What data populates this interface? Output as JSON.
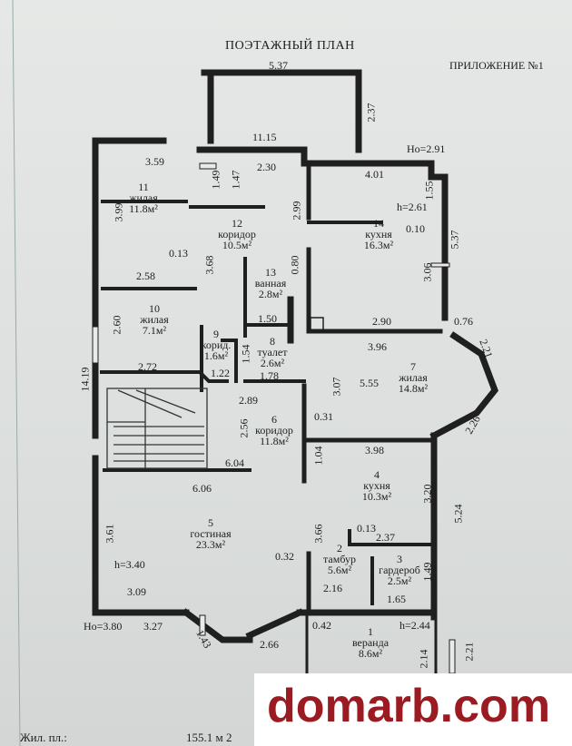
{
  "header": {
    "title": "ПОЭТАЖНЫЙ ПЛАН",
    "appendix": "ПРИЛОЖЕНИЕ №1"
  },
  "rooms": {
    "r1": {
      "num": "1",
      "name": "веранда",
      "area": "8.6м²"
    },
    "r2": {
      "num": "2",
      "name": "тамбур",
      "area": "5.6м²"
    },
    "r3": {
      "num": "3",
      "name": "гардероб",
      "area": "2.5м²"
    },
    "r4": {
      "num": "4",
      "name": "кухня",
      "area": "10.3м²"
    },
    "r5": {
      "num": "5",
      "name": "гостиная",
      "area": "23.3м²"
    },
    "r6": {
      "num": "6",
      "name": "коридор",
      "area": "11.8м²"
    },
    "r7": {
      "num": "7",
      "name": "жилая",
      "area": "14.8м²"
    },
    "r8": {
      "num": "8",
      "name": "туалет",
      "area": "2.6м²"
    },
    "r9": {
      "num": "9",
      "name": "корид.",
      "area": "1.6м²"
    },
    "r10": {
      "num": "10",
      "name": "жилая",
      "area": "7.1м²"
    },
    "r11": {
      "num": "11",
      "name": "жилая",
      "area": "11.8м²"
    },
    "r12": {
      "num": "12",
      "name": "коридор",
      "area": "10.5м²"
    },
    "r13": {
      "num": "13",
      "name": "ванная",
      "area": "2.8м²"
    },
    "r14": {
      "num": "14",
      "name": "кухня",
      "area": "16.3м²"
    }
  },
  "dims": {
    "d537a": "5.37",
    "d237a": "2.37",
    "d1115": "11.15",
    "d359": "3.59",
    "d230": "2.30",
    "d149a": "1.49",
    "d147": "1.47",
    "d401": "4.01",
    "d155": "1.55",
    "d291": "Ho=2.91",
    "d399": "3.99",
    "d299": "2.99",
    "d261": "h=2.61",
    "d010": "0.10",
    "d537b": "5.37",
    "d013a": "0.13",
    "d368": "3.68",
    "d080": "0.80",
    "d258": "2.58",
    "d306": "3.06",
    "d260": "2.60",
    "d150": "1.50",
    "d290": "2.90",
    "d076": "0.76",
    "d221a": "2.21",
    "d1419": "14.19",
    "d272": "2.72",
    "d122": "1.22",
    "d154": "1.54",
    "d178": "1.78",
    "d396": "3.96",
    "d307": "3.07",
    "d555": "5.55",
    "d289": "2.89",
    "d256": "2.56",
    "d031": "0.31",
    "d226": "2.26",
    "d104": "1.04",
    "d398": "3.98",
    "d604": "6.04",
    "d606": "6.06",
    "d320": "3.20",
    "d524": "5.24",
    "d361": "3.61",
    "d366": "3.66",
    "d013b": "0.13",
    "d237b": "2.37",
    "d340": "h=3.40",
    "d032": "0.32",
    "d149b": "1.49",
    "d216": "2.16",
    "d165": "1.65",
    "d309": "3.09",
    "d380": "Ho=3.80",
    "d327": "3.27",
    "d143": "1.43",
    "d266": "2.66",
    "d042": "0.42",
    "d244": "h=2.44",
    "d214": "2.14",
    "d221b": "2.21"
  },
  "footer": {
    "label": "Жил. пл.:",
    "value": "155.1 м 2"
  },
  "watermark": {
    "text": "domarb.com"
  }
}
